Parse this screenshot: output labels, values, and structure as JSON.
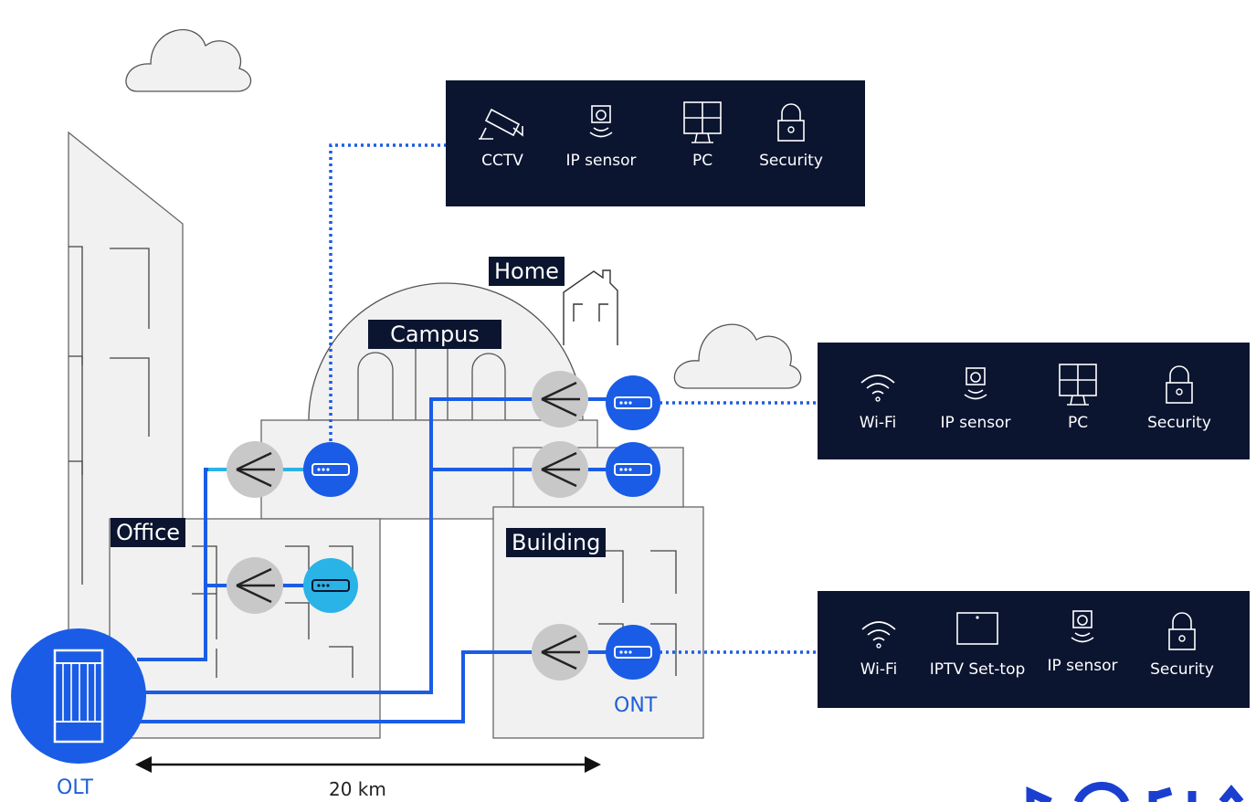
{
  "locations": {
    "home": "Home",
    "campus": "Campus",
    "office": "Office",
    "building": "Building"
  },
  "device_labels": {
    "olt": "OLT",
    "ont": "ONT",
    "distance": "20 km"
  },
  "panels": {
    "top": [
      {
        "label": "CCTV",
        "icon": "cctv-icon"
      },
      {
        "label": "IP sensor",
        "icon": "ip-sensor-icon"
      },
      {
        "label": "PC",
        "icon": "pc-icon"
      },
      {
        "label": "Security",
        "icon": "lock-icon"
      }
    ],
    "middle": [
      {
        "label": "Wi-Fi",
        "icon": "wifi-icon"
      },
      {
        "label": "IP sensor",
        "icon": "ip-sensor-icon"
      },
      {
        "label": "PC",
        "icon": "pc-icon"
      },
      {
        "label": "Security",
        "icon": "lock-icon"
      }
    ],
    "bottom": [
      {
        "label": "Wi-Fi",
        "icon": "wifi-icon"
      },
      {
        "label": "IPTV Set-top",
        "icon": "settop-icon"
      },
      {
        "label": "IP sensor",
        "icon": "ip-sensor-icon"
      },
      {
        "label": "Security",
        "icon": "lock-icon"
      }
    ]
  },
  "colors": {
    "panel_bg": "#0b1530",
    "fiber_dark": "#1a5ce6",
    "fiber_light": "#2ab3e6",
    "splitter_gray": "#c8c8c8",
    "building_fill": "#f1f1f1"
  }
}
